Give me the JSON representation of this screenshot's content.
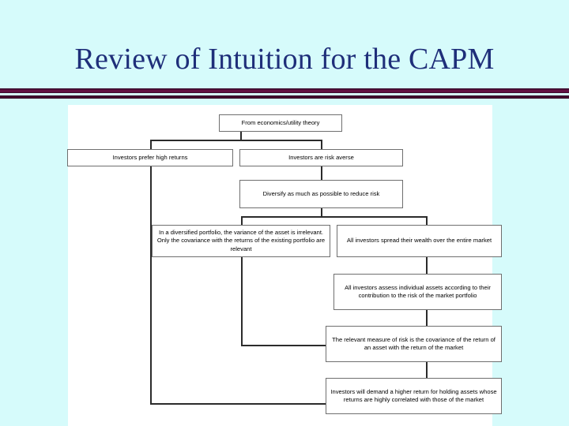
{
  "slide": {
    "title": "Review of Intuition for the CAPM",
    "background_color": "#d6fbfb",
    "title_color": "#1f2f7a",
    "rule_color": "#5a0f3e",
    "canvas_color": "#ffffff"
  },
  "diagram": {
    "type": "flowchart",
    "nodes": [
      {
        "id": "source",
        "label": "From economics/utility theory"
      },
      {
        "id": "high-returns",
        "label": "Investors prefer high returns"
      },
      {
        "id": "risk-averse",
        "label": "Investors are risk averse"
      },
      {
        "id": "diversify",
        "label": "Diversify as much as possible to reduce risk"
      },
      {
        "id": "variance",
        "label": "In a diversified portfolio, the variance of the asset is irrelevant.  Only the covariance with the returns of the existing portfolio are relevant"
      },
      {
        "id": "spread-wealth",
        "label": "All investors spread their wealth over the entire market"
      },
      {
        "id": "assess",
        "label": "All investors assess individual assets according to their contribution to the risk of the market portfolio"
      },
      {
        "id": "measure",
        "label": "The relevant measure of risk is the covariance of the return of an asset with the return of the market"
      },
      {
        "id": "demand",
        "label": "Investors will demand a higher return for holding assets whose returns are highly correlated with those of the market"
      }
    ],
    "edges": [
      {
        "from": "source",
        "to": "high-returns"
      },
      {
        "from": "source",
        "to": "risk-averse"
      },
      {
        "from": "risk-averse",
        "to": "diversify"
      },
      {
        "from": "diversify",
        "to": "variance"
      },
      {
        "from": "diversify",
        "to": "spread-wealth"
      },
      {
        "from": "spread-wealth",
        "to": "assess"
      },
      {
        "from": "assess",
        "to": "measure"
      },
      {
        "from": "variance",
        "to": "measure"
      },
      {
        "from": "measure",
        "to": "demand"
      },
      {
        "from": "high-returns",
        "to": "demand"
      }
    ]
  }
}
